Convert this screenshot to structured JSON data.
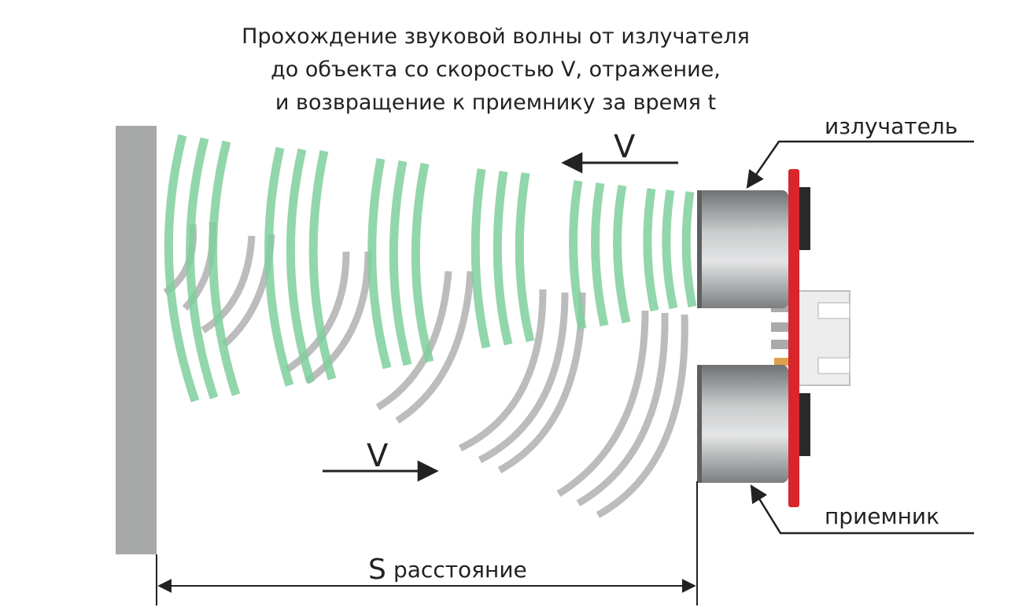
{
  "title_lines": [
    "Прохождение звуковой волны от излучателя",
    "до объекта со скоростью V, отражение,",
    "и возвращение к приемнику за время t"
  ],
  "labels": {
    "emitter": "излучатель",
    "receiver": "приемник",
    "velocity_top": "V",
    "velocity_bottom": "V",
    "distance_symbol": "S",
    "distance_word": "расстояние"
  },
  "colors": {
    "wall": "#a7a9a8",
    "outgoing_wave": "#7fcf9e",
    "reflected_wave": "#b9b9b9",
    "pcb": "#d9262c",
    "transducer": "#9a9c9e",
    "arrow": "#222222"
  }
}
